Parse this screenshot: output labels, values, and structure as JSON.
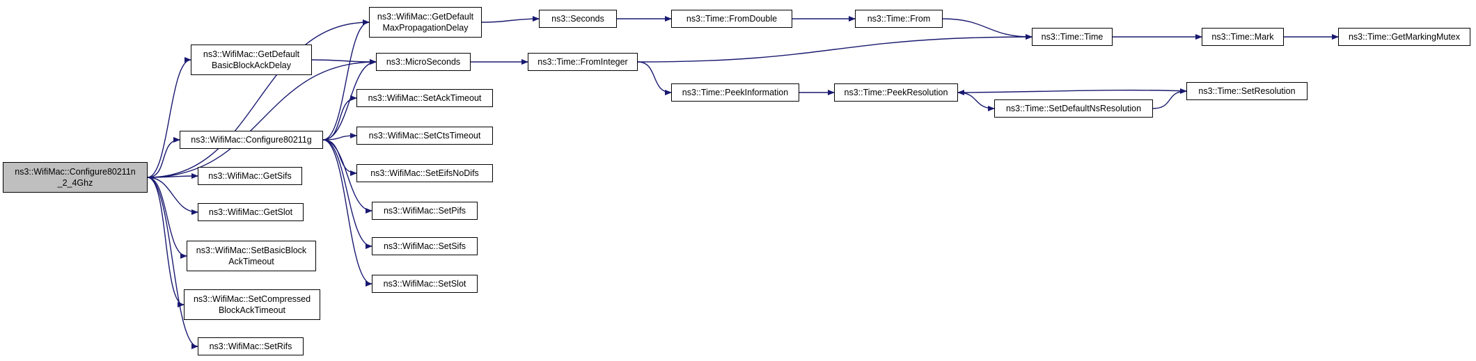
{
  "diagram": {
    "edge_color": "#191970",
    "root_fill": "#bfbfbf",
    "nodes": {
      "root": "ns3::WifiMac::Configure80211n\n_2_4Ghz",
      "getBasicBlockAckDelay": "ns3::WifiMac::GetDefault\nBasicBlockAckDelay",
      "configure80211g": "ns3::WifiMac::Configure80211g",
      "getSifs": "ns3::WifiMac::GetSifs",
      "getSlot": "ns3::WifiMac::GetSlot",
      "setBasicBlockAckTimeout": "ns3::WifiMac::SetBasicBlock\nAckTimeout",
      "setCompressedBlockAckTimeout": "ns3::WifiMac::SetCompressed\nBlockAckTimeout",
      "setRifs": "ns3::WifiMac::SetRifs",
      "getMaxPropagationDelay": "ns3::WifiMac::GetDefault\nMaxPropagationDelay",
      "microSeconds": "ns3::MicroSeconds",
      "setAckTimeout": "ns3::WifiMac::SetAckTimeout",
      "setCtsTimeout": "ns3::WifiMac::SetCtsTimeout",
      "setEifsNoDifs": "ns3::WifiMac::SetEifsNoDifs",
      "setPifs": "ns3::WifiMac::SetPifs",
      "setSifs": "ns3::WifiMac::SetSifs",
      "setSlot": "ns3::WifiMac::SetSlot",
      "seconds": "ns3::Seconds",
      "fromInteger": "ns3::Time::FromInteger",
      "fromDouble": "ns3::Time::FromDouble",
      "from": "ns3::Time::From",
      "peekInformation": "ns3::Time::PeekInformation",
      "peekResolution": "ns3::Time::PeekResolution",
      "setDefaultNsResolution": "ns3::Time::SetDefaultNsResolution",
      "time": "ns3::Time::Time",
      "setResolution": "ns3::Time::SetResolution",
      "mark": "ns3::Time::Mark",
      "getMarkingMutex": "ns3::Time::GetMarkingMutex"
    },
    "edges": [
      [
        "root",
        "getMaxPropagationDelay"
      ],
      [
        "root",
        "getBasicBlockAckDelay"
      ],
      [
        "root",
        "microSeconds"
      ],
      [
        "root",
        "configure80211g"
      ],
      [
        "root",
        "getSifs"
      ],
      [
        "root",
        "getSlot"
      ],
      [
        "root",
        "setBasicBlockAckTimeout"
      ],
      [
        "root",
        "setCompressedBlockAckTimeout"
      ],
      [
        "root",
        "setRifs"
      ],
      [
        "getBasicBlockAckDelay",
        "microSeconds"
      ],
      [
        "configure80211g",
        "getMaxPropagationDelay"
      ],
      [
        "configure80211g",
        "microSeconds"
      ],
      [
        "configure80211g",
        "setAckTimeout"
      ],
      [
        "configure80211g",
        "setCtsTimeout"
      ],
      [
        "configure80211g",
        "setEifsNoDifs"
      ],
      [
        "configure80211g",
        "setPifs"
      ],
      [
        "configure80211g",
        "setSifs"
      ],
      [
        "configure80211g",
        "setSlot"
      ],
      [
        "getMaxPropagationDelay",
        "seconds"
      ],
      [
        "microSeconds",
        "fromInteger"
      ],
      [
        "seconds",
        "fromDouble"
      ],
      [
        "fromDouble",
        "from"
      ],
      [
        "from",
        "time"
      ],
      [
        "fromInteger",
        "time"
      ],
      [
        "fromInteger",
        "peekInformation"
      ],
      [
        "peekInformation",
        "peekResolution"
      ],
      [
        "peekResolution",
        "setDefaultNsResolution"
      ],
      [
        "setDefaultNsResolution",
        "setResolution"
      ],
      [
        "setResolution",
        "peekResolution"
      ],
      [
        "time",
        "mark"
      ],
      [
        "mark",
        "getMarkingMutex"
      ]
    ]
  }
}
